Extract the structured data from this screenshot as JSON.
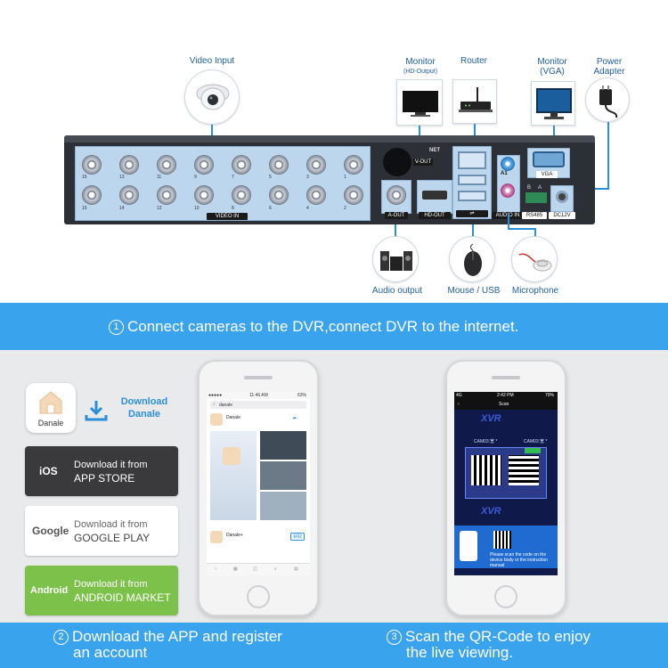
{
  "diagram": {
    "top_labels": {
      "video_input": "Video Input",
      "monitor_hd_title": "Monitor",
      "monitor_hd_sub": "(HD-Output)",
      "router": "Router",
      "monitor_vga_title": "Monitor",
      "monitor_vga_sub": "(VGA)",
      "power_title": "Power",
      "power_sub": "Adapter"
    },
    "bottom_labels": {
      "audio_output": "Audio output",
      "mouse_usb": "Mouse / USB",
      "microphone": "Microphone"
    },
    "dvr_ports": {
      "video_in": "VIDEO IN",
      "v_out": "V-OUT",
      "net": "NET",
      "a_out": "A-OUT",
      "hd_out": "HD-OUT",
      "audio_in": "AUDIO IN",
      "vga": "VGA",
      "rs485": "RS485",
      "dc12v": "DC12V",
      "a1": "A1",
      "a_pin": "A",
      "b_pin": "B"
    },
    "channel_top": [
      "15",
      "13",
      "11",
      "9",
      "7",
      "5",
      "3",
      "1"
    ],
    "channel_bottom": [
      "16",
      "14",
      "12",
      "10",
      "8",
      "6",
      "4",
      "2"
    ]
  },
  "step1": {
    "number": "1",
    "text": "Connect cameras to the DVR,connect DVR to the internet."
  },
  "download": {
    "app_name": "Danale",
    "download_label_line1": "Download",
    "download_label_line2": "Danale",
    "stores": [
      {
        "brand": "iOS",
        "small": "Download it from",
        "big": "APP STORE",
        "bg": "#3a3a3c",
        "fg": "#ffffff"
      },
      {
        "brand": "Google",
        "small": "Download it from",
        "big": "GOOGLE PLAY",
        "bg": "#ffffff",
        "fg": "#555555"
      },
      {
        "brand": "Android",
        "small": "Download it from",
        "big": "ANDROID MARKET",
        "bg": "#7cc24a",
        "fg": "#ffffff"
      }
    ]
  },
  "phone1": {
    "status_time": "11:46 AM",
    "status_battery": "63%",
    "search_query": "danale",
    "result1_name": "Danale",
    "result2_name": "Danale+",
    "get_label": "获取"
  },
  "phone2": {
    "status_time": "2:42 PM",
    "status_carrier": "4G",
    "status_battery": "70%",
    "title": "Scan",
    "brand_watermark": "XVR",
    "camera_text_a": "CAM03:宽 *",
    "camera_text_b": "CAM03:宽 *",
    "hint_text": "Please scan the code on the device body or the instruction manual"
  },
  "step2": {
    "number": "2",
    "line1": "Download the APP and register",
    "line2": "an account"
  },
  "step3": {
    "number": "3",
    "line1": "Scan the QR-Code to enjoy",
    "line2": "the live viewing."
  },
  "colors": {
    "banner_blue": "#3aa3ee",
    "label_blue": "#1f5fa0",
    "line_blue": "#2a8fd8",
    "panel_blue": "#bcd6ee"
  }
}
